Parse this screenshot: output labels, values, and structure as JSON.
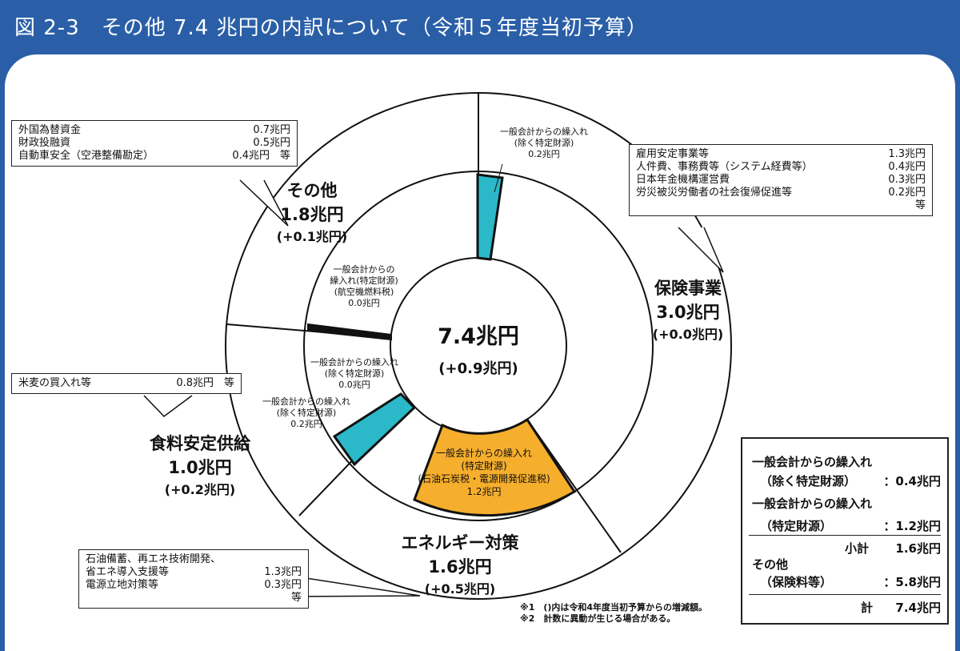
{
  "title": "図 2-3　その他 7.4 兆円の内訳について（令和５年度当初予算）",
  "center": {
    "value": "7.4兆円",
    "delta": "(+0.9兆円)"
  },
  "segments": {
    "hoken": {
      "name": "保険事業",
      "value": "3.0兆円",
      "delta": "(+0.0兆円)"
    },
    "energy": {
      "name": "エネルギー対策",
      "value": "1.6兆円",
      "delta": "(+0.5兆円)"
    },
    "shokuryo": {
      "name": "食料安定供給",
      "value": "1.0兆円",
      "delta": "(+0.2兆円)"
    },
    "sonota": {
      "name": "その他",
      "value": "1.8兆円",
      "delta": "(+0.1兆円)"
    }
  },
  "inner_labels": {
    "hoken": [
      "一般会計からの繰入れ",
      "(除く特定財源)",
      "0.2兆円"
    ],
    "energy": [
      "一般会計からの繰入れ",
      "(特定財源)",
      "(石油石炭税・電源開発促進税)",
      "1.2兆円"
    ],
    "shokuryo_a": [
      "一般会計からの繰入れ",
      "(除く特定財源)",
      "0.0兆円"
    ],
    "shokuryo_b": [
      "一般会計からの繰入れ",
      "(除く特定財源)",
      "0.2兆円"
    ],
    "sonota": [
      "一般会計からの",
      "繰入れ(特定財源)",
      "(航空機燃料税)",
      "0.0兆円"
    ]
  },
  "callouts": {
    "sonota": [
      [
        "外国為替資金",
        "0.7兆円"
      ],
      [
        "財政投融資",
        "0.5兆円"
      ],
      [
        "自動車安全（空港整備勘定）",
        "0.4兆円　等"
      ]
    ],
    "hoken": [
      [
        "雇用安定事業等",
        "1.3兆円"
      ],
      [
        "人件費、事務費等（システム経費等）",
        "0.4兆円"
      ],
      [
        "日本年金機構運営費",
        "0.3兆円"
      ],
      [
        "労災被災労働者の社会復帰促進等",
        "0.2兆円"
      ],
      [
        "",
        "等"
      ]
    ],
    "shokuryo": [
      [
        "米麦の買入れ等",
        "0.8兆円　等"
      ]
    ],
    "energy": [
      [
        "石油備蓄、再エネ技術開発、",
        ""
      ],
      [
        "省エネ導入支援等",
        "1.3兆円"
      ],
      [
        "電源立地対策等",
        "0.3兆円"
      ],
      [
        "",
        "等"
      ]
    ]
  },
  "legend": {
    "line1": "一般会計からの繰入れ",
    "line1b_label": "（除く特定財源）",
    "line1b_value": "：0.4兆円",
    "line2": "一般会計からの繰入れ",
    "line2b_label": "（特定財源）",
    "line2b_value": "：1.2兆円",
    "subtotal_label": "小計",
    "subtotal_value": "1.6兆円",
    "other_label": "その他",
    "other_sub": "（保険料等）",
    "other_value": "：5.8兆円",
    "total_label": "計",
    "total_value": "7.4兆円"
  },
  "notes": [
    "※1　()内は令和4年度当初予算からの増減額。",
    "※2　計数に異動が生じる場合がある。"
  ],
  "colors": {
    "header": "#2a5fa8",
    "cyan": "#2bb8c8",
    "orange": "#f6ae2d",
    "line": "#111111"
  }
}
